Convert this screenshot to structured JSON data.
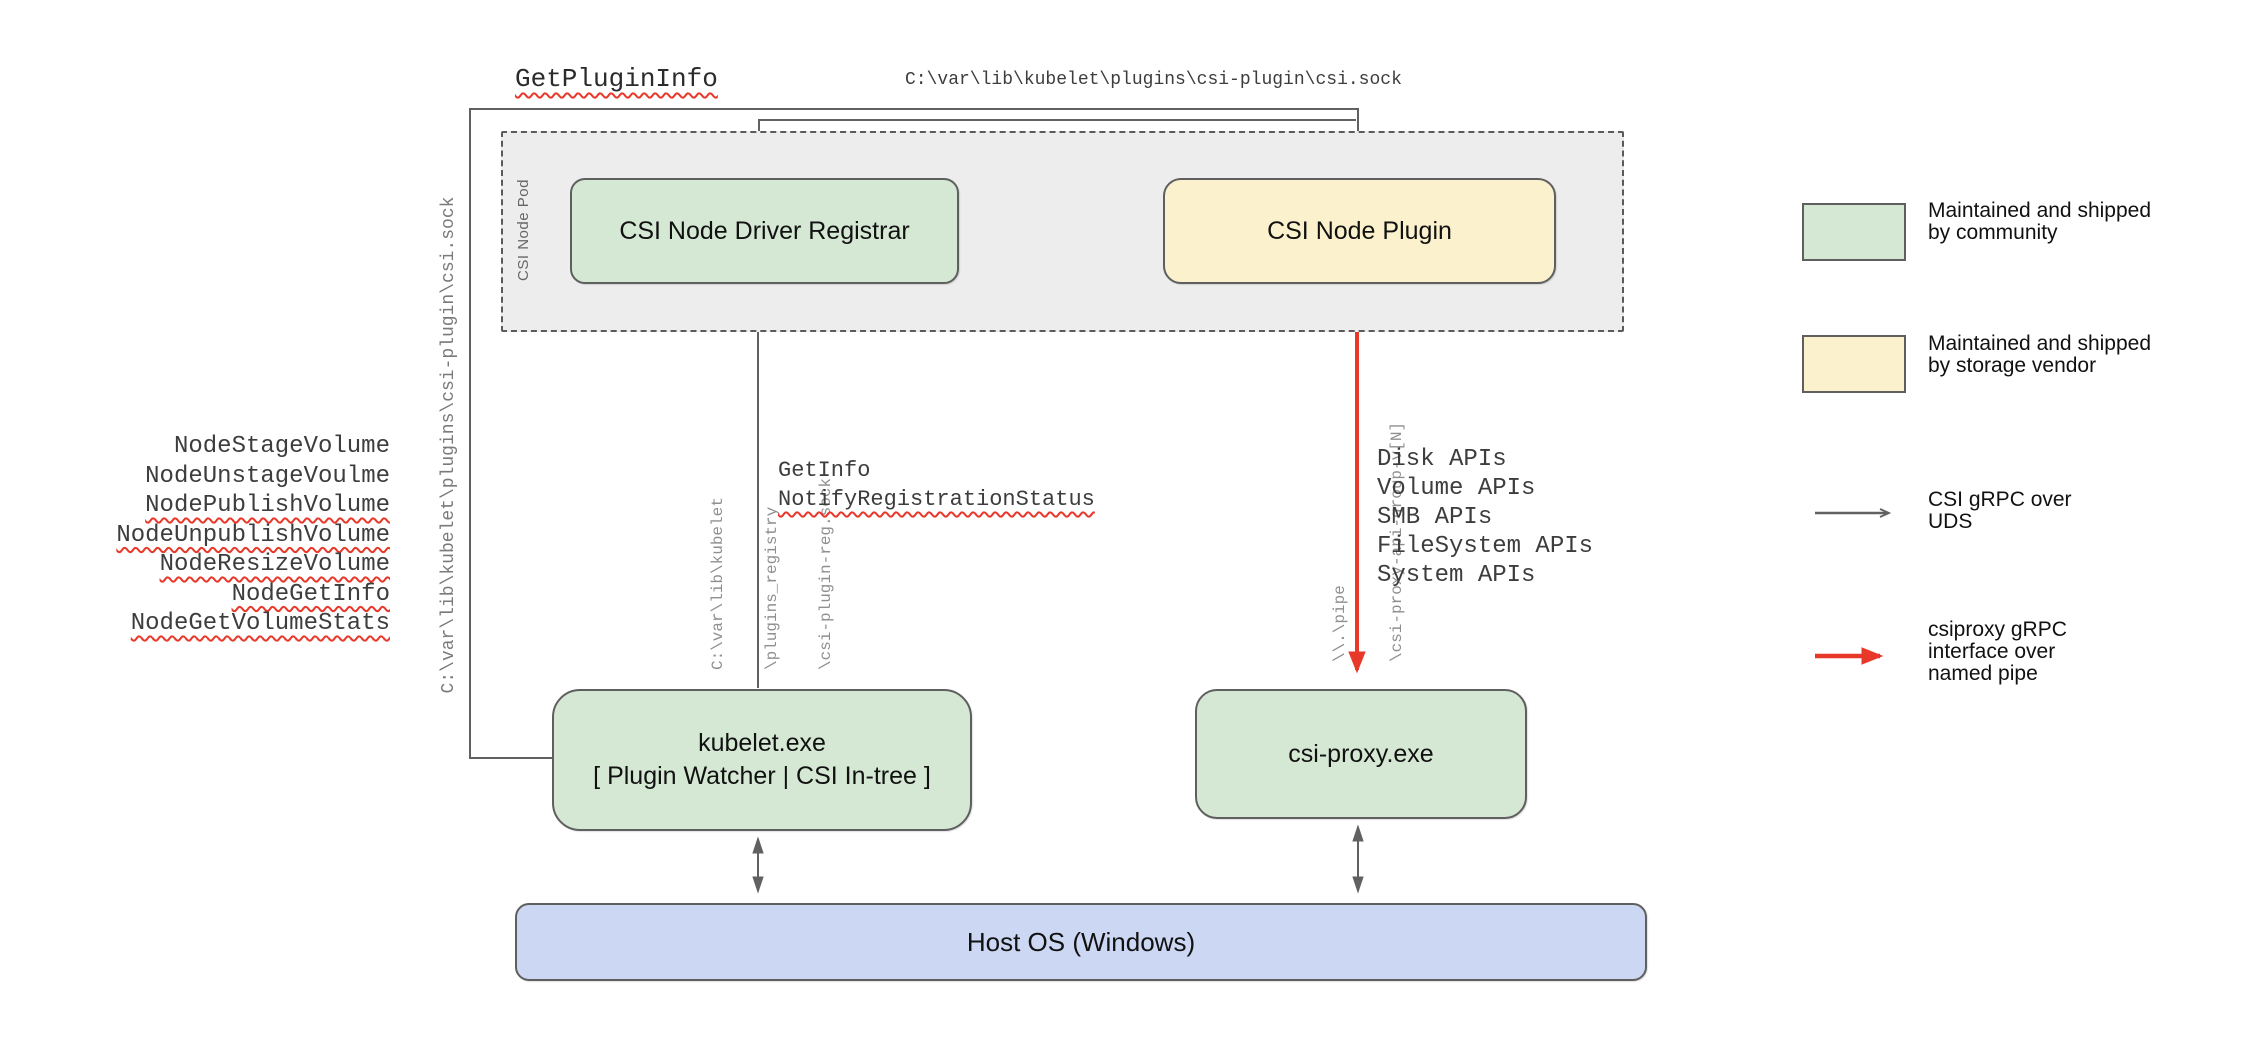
{
  "diagram": {
    "pod_label": "CSI Node Pod",
    "nodes": {
      "registrar": "CSI Node Driver Registrar",
      "plugin": "CSI Node Plugin",
      "kubelet_line1": "kubelet.exe",
      "kubelet_line2": "[ Plugin Watcher | CSI In-tree ]",
      "csi_proxy": "csi-proxy.exe",
      "host_os": "Host OS (Windows)"
    },
    "edge_labels": {
      "get_plugin_info": "GetPluginInfo",
      "top_socket_path": "C:\\var\\lib\\kubelet\\plugins\\csi-plugin\\csi.sock",
      "left_socket_path": "C:\\var\\lib\\kubelet\\plugins\\csi-plugin\\csi.sock",
      "registrar_socket_line1": "C:\\var\\lib\\kubelet",
      "registrar_socket_line2": "\\plugins_registry",
      "registrar_socket_line3": "\\csi-plugin-reg.sock",
      "get_info": "GetInfo",
      "notify_registration_status": "NotifyRegistrationStatus",
      "pipe_line1": "\\\\.\\pipe",
      "pipe_line2": "\\csi-proxy-api-group-v[N]"
    },
    "node_rpcs": [
      {
        "label": "NodeStageVolume"
      },
      {
        "label": "NodeUnstageVoulme"
      },
      {
        "label": "NodePublishVolume"
      },
      {
        "label": "NodeUnpublishVolume"
      },
      {
        "label": "NodeResizeVolume"
      },
      {
        "label": "NodeGetInfo"
      },
      {
        "label": "NodeGetVolumeStats"
      }
    ],
    "proxy_apis": [
      {
        "label": "Disk APIs"
      },
      {
        "label": "Volume APIs"
      },
      {
        "label": "SMB APIs"
      },
      {
        "label": "FileSystem APIs"
      },
      {
        "label": "System APIs"
      }
    ]
  },
  "legend": {
    "community": {
      "line1": "Maintained and shipped",
      "line2": "by community"
    },
    "vendor": {
      "line1": "Maintained and shipped",
      "line2": "by storage vendor"
    },
    "uds_arrow": {
      "line1": "CSI gRPC over",
      "line2": "UDS"
    },
    "pipe_arrow": {
      "line1": "csiproxy gRPC",
      "line2": "interface over",
      "line3": "named pipe"
    }
  },
  "colors": {
    "community_green": "#d5e8d4",
    "vendor_yellow": "#fbf1cd",
    "host_blue": "#ccd7f3",
    "pod_gray": "#ededed",
    "line_gray": "#616161",
    "pipe_red": "#e8382a",
    "squiggle_red": "#e8382a"
  }
}
